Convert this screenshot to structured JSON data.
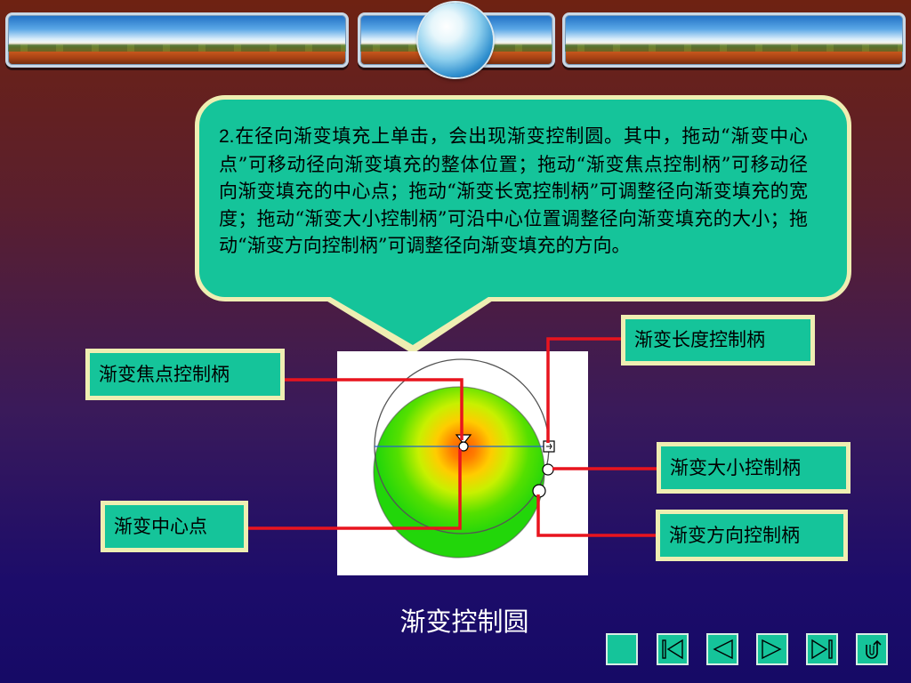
{
  "slide": {
    "paragraph_number": "2.",
    "paragraph_text": "在径向渐变填充上单击，会出现渐变控制圆。其中，拖动“渐变中心点”可移动径向渐变填充的整体位置；拖动“渐变焦点控制柄”可移动径向渐变填充的中心点；拖动“渐变长宽控制柄”可调整径向渐变填充的宽度；拖动“渐变大小控制柄”可沿中心位置调整径向渐变填充的大小；拖动“渐变方向控制柄”可调整径向渐变填充的方向。",
    "caption": "渐变控制圆"
  },
  "labels": {
    "focus_handle": "渐变焦点控制柄",
    "center_point": "渐变中心点",
    "length_handle": "渐变长度控制柄",
    "size_handle": "渐变大小控制柄",
    "direction_handle": "渐变方向控制柄"
  },
  "nav": {
    "buttons": [
      "home-icon",
      "first-slide-icon",
      "previous-slide-icon",
      "next-slide-icon",
      "last-slide-icon",
      "return-icon"
    ]
  },
  "colors": {
    "accent": "#15c49a",
    "border": "#efeeb2",
    "connector": "#e8141e",
    "gradient_center": "#ff6a00",
    "gradient_edge": "#2ad40a"
  }
}
